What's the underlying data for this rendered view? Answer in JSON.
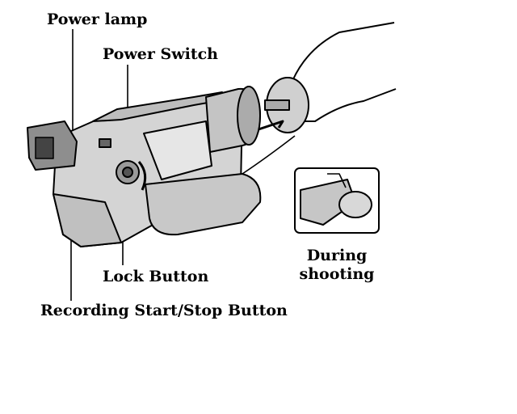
{
  "labels": {
    "power_lamp": "Power lamp",
    "power_switch": "Power Switch",
    "lock_button": "Lock Button",
    "recording_button": "Recording Start/Stop Button",
    "during_line1": "During",
    "during_line2": "shooting"
  },
  "colors": {
    "ink": "#000000",
    "body_fill": "#d0d0d0",
    "body_dark": "#8a8a8a",
    "strap_fill": "#c8c8c8"
  },
  "icons": {
    "camcorder": "camcorder-illustration",
    "hand": "hand-holding-lens-cap",
    "inset": "lens-cap-during-shooting-inset"
  }
}
